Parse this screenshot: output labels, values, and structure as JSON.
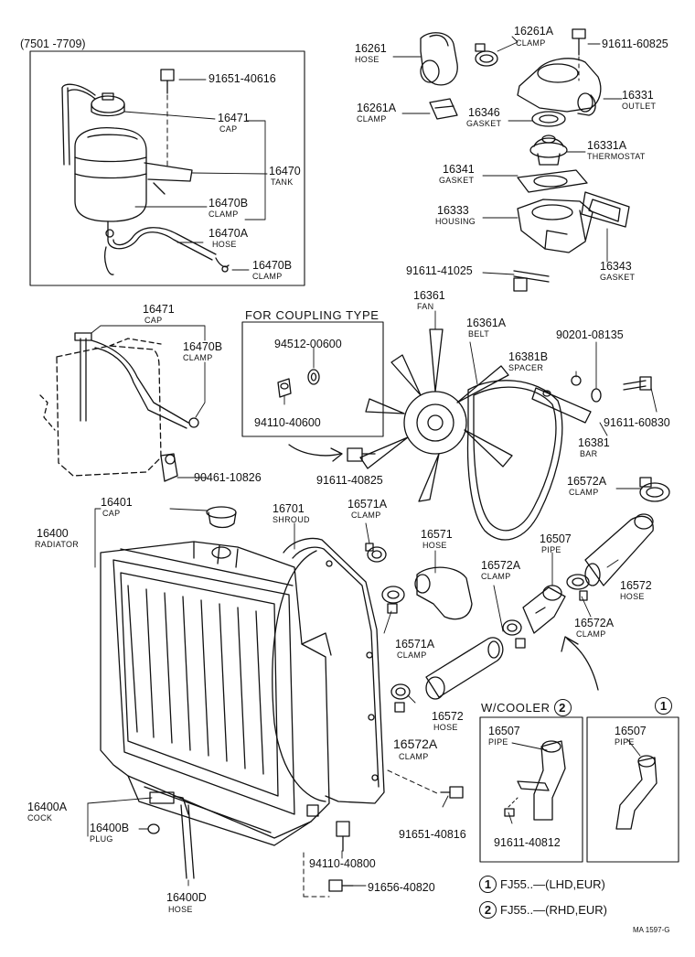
{
  "top_left_range": "(7501  -7709)",
  "coupling_title": "FOR COUPLING TYPE",
  "cooler_title": "W/COOLER",
  "cooler_circle": "2",
  "no_cooler_circle": "1",
  "footer_code": "MA  1597-G",
  "legend": [
    {
      "circle": "1",
      "text": "FJ55..—(LHD,EUR)"
    },
    {
      "circle": "2",
      "text": "FJ55..—(RHD,EUR)"
    }
  ],
  "parts": {
    "p91651_40616": {
      "num": "91651-40616",
      "name": ""
    },
    "p16471_top": {
      "num": "16471",
      "name": "CAP"
    },
    "p16470": {
      "num": "16470",
      "name": "TANK"
    },
    "p16470B_a": {
      "num": "16470B",
      "name": "CLAMP"
    },
    "p16470A": {
      "num": "16470A",
      "name": "HOSE"
    },
    "p16470B_b": {
      "num": "16470B",
      "name": "CLAMP"
    },
    "p16261": {
      "num": "16261",
      "name": "HOSE"
    },
    "p16261A_a": {
      "num": "16261A",
      "name": "CLAMP"
    },
    "p91611_60825": {
      "num": "91611-60825",
      "name": ""
    },
    "p16261A_b": {
      "num": "16261A",
      "name": "CLAMP"
    },
    "p16346": {
      "num": "16346",
      "name": "GASKET"
    },
    "p16331": {
      "num": "16331",
      "name": "OUTLET"
    },
    "p16331A": {
      "num": "16331A",
      "name": "THERMOSTAT"
    },
    "p16341": {
      "num": "16341",
      "name": "GASKET"
    },
    "p16333": {
      "num": "16333",
      "name": "HOUSING"
    },
    "p16343": {
      "num": "16343",
      "name": "GASKET"
    },
    "p91611_41025": {
      "num": "91611-41025",
      "name": ""
    },
    "p16471_mid": {
      "num": "16471",
      "name": "CAP"
    },
    "p16470B_c": {
      "num": "16470B",
      "name": "CLAMP"
    },
    "p90461_10826": {
      "num": "90461-10826",
      "name": ""
    },
    "p94512_00600": {
      "num": "94512-00600",
      "name": ""
    },
    "p94110_40600": {
      "num": "94110-40600",
      "name": ""
    },
    "p91611_40825": {
      "num": "91611-40825",
      "name": ""
    },
    "p16361": {
      "num": "16361",
      "name": "FAN"
    },
    "p16361A": {
      "num": "16361A",
      "name": "BELT"
    },
    "p16381B": {
      "num": "16381B",
      "name": "SPACER"
    },
    "p90201_08135": {
      "num": "90201-08135",
      "name": ""
    },
    "p91611_60830": {
      "num": "91611-60830",
      "name": ""
    },
    "p16381": {
      "num": "16381",
      "name": "BAR"
    },
    "p16572A_a": {
      "num": "16572A",
      "name": "CLAMP"
    },
    "p16401": {
      "num": "16401",
      "name": "CAP"
    },
    "p16400": {
      "num": "16400",
      "name": "RADIATOR"
    },
    "p16701": {
      "num": "16701",
      "name": "SHROUD"
    },
    "p16571A_a": {
      "num": "16571A",
      "name": "CLAMP"
    },
    "p16571": {
      "num": "16571",
      "name": "HOSE"
    },
    "p16507_main": {
      "num": "16507",
      "name": "PIPE"
    },
    "p16572A_b": {
      "num": "16572A",
      "name": "CLAMP"
    },
    "p16572_right": {
      "num": "16572",
      "name": "HOSE"
    },
    "p16572A_c": {
      "num": "16572A",
      "name": "CLAMP"
    },
    "p16571A_b": {
      "num": "16571A",
      "name": "CLAMP"
    },
    "p16572_left": {
      "num": "16572",
      "name": "HOSE"
    },
    "p16572A_d": {
      "num": "16572A",
      "name": "CLAMP"
    },
    "p16507_cooler": {
      "num": "16507",
      "name": "PIPE"
    },
    "p91611_40812": {
      "num": "91611-40812",
      "name": ""
    },
    "p16507_nocooler": {
      "num": "16507",
      "name": "PIPE"
    },
    "p16400A": {
      "num": "16400A",
      "name": "COCK"
    },
    "p16400B": {
      "num": "16400B",
      "name": "PLUG"
    },
    "p91651_40816": {
      "num": "91651-40816",
      "name": ""
    },
    "p94110_40800": {
      "num": "94110-40800",
      "name": ""
    },
    "p91656_40820": {
      "num": "91656-40820",
      "name": ""
    },
    "p16400D": {
      "num": "16400D",
      "name": "HOSE"
    }
  }
}
